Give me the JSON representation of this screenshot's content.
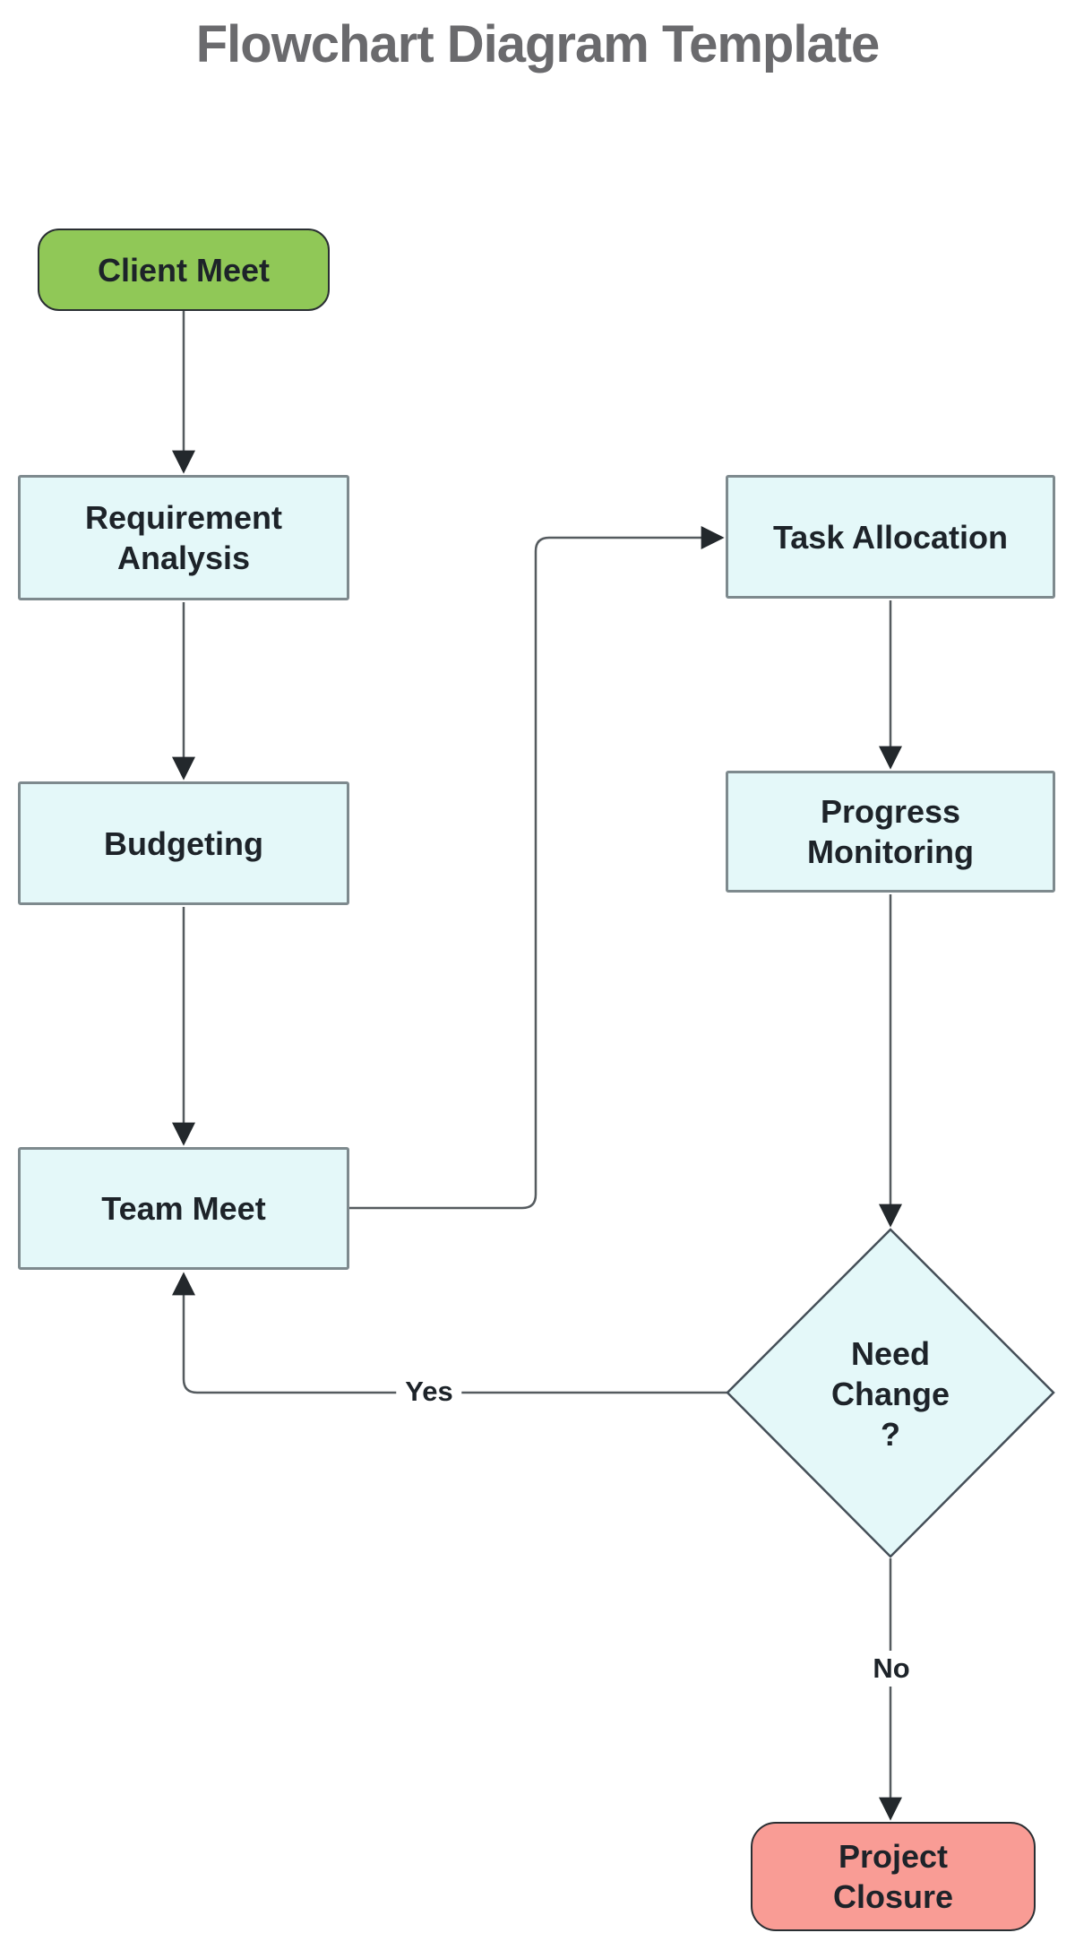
{
  "title": "Flowchart Diagram Template",
  "nodes": {
    "client_meet": {
      "label": "Client Meet"
    },
    "requirement_analysisآ": {
      "label": ""
    },
    "requirement_analysis": {
      "label": "Requirement Analysis"
    },
    "task_allocation": {
      "label": "Task Allocation"
    },
    "budgeting": {
      "label": "Budgeting"
    },
    "progress_monitoring": {
      "label": "Progress Monitoring"
    },
    "team_meet": {
      "label": "Team Meet"
    },
    "need_change": {
      "label": "Need Change ?"
    },
    "project_closure": {
      "label": "Project Closure"
    }
  },
  "edge_labels": {
    "yes": "Yes",
    "no": "No"
  },
  "colors": {
    "background": "#ffffff",
    "title_text": "#6a6a6d",
    "node_text": "#1d2329",
    "green_fill": "#90c857",
    "node_fill": "#e4f8f9",
    "salmon_fill": "#f99c95",
    "rect_border": "#7e8a8e",
    "pill_border": "#2a2f33",
    "diamond_border": "#454f58",
    "line": "#555b5f",
    "arrowhead": "#23282c"
  }
}
